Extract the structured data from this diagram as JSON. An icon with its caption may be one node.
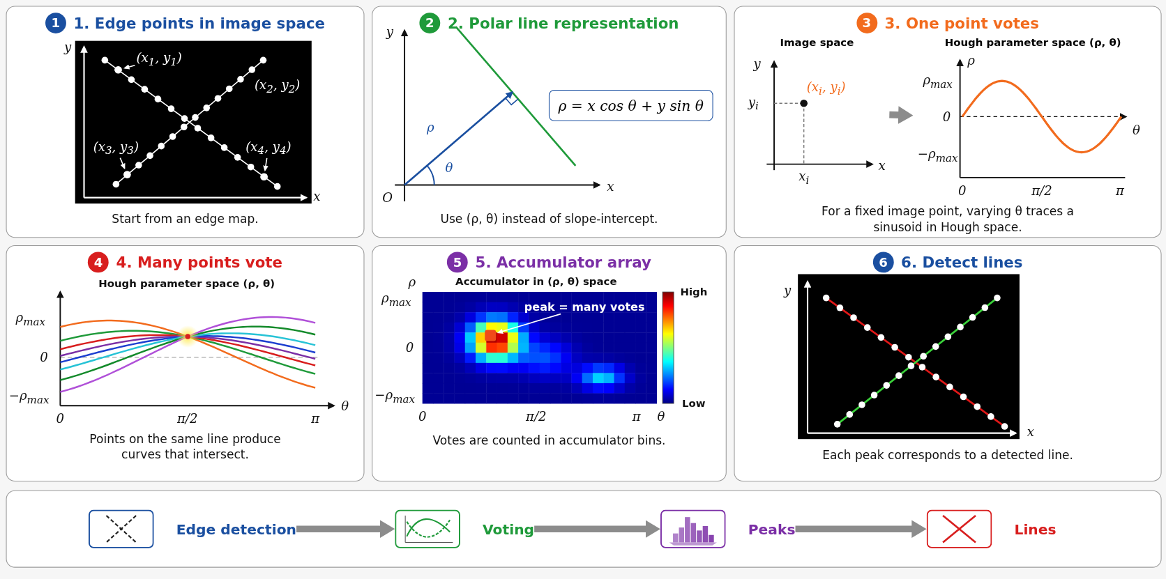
{
  "diagram": {
    "nodes": [
      {
        "text": [
          "1",
          "1. Edge points in image space",
          "Start from an edge map."
        ]
      },
      {
        "text": [
          "(x$_{1}$, y$_{1}$)"
        ],
        "in": 0
      },
      {
        "text": [],
        "shape": "circle",
        "in": 0
      },
      {
        "text": [
          "(x$_{3}$, y$_{3}$)"
        ],
        "in": 0
      },
      {
        "text": [],
        "shape": "circle",
        "in": 0
      },
      {
        "text": [
          "(x$_{4}$, y$_{4}$)"
        ],
        "in": 0
      },
      {
        "text": [],
        "shape": "circle",
        "in": 0
      },
      {
        "text": [
          "2",
          "2. Polar line representation",
          "Use (ρ, θ) instead of slope-intercept."
        ]
      },
      {
        "text": [
          "ρ = x cos θ + y sin θ"
        ],
        "in": 7
      },
      {
        "text": [
          "3",
          "3. One point votes",
          "For a fixed image point, varying θ traces a sinusoid in Hough space."
        ]
      },
      {
        "text": [
          "Image space",
          "y",
          "(x$_{i}$, y$_{i}$)",
          "y$_{i}$",
          "x$_{i}$",
          "x"
        ],
        "in": 9
      },
      {
        "text": [
          "Hough parameter space (ρ, θ)",
          "ρ",
          "ρ$_{max}$",
          "0",
          "−ρ$_{max}$",
          "θ",
          "0",
          "π/2",
          "π"
        ],
        "in": 9
      },
      {
        "text": [
          "4",
          "4. Many points vote",
          "Points on the same line produce curves that intersect."
        ]
      },
      {
        "text": [
          "5",
          "5. Accumulator array",
          "Votes are counted in accumulator bins."
        ]
      },
      {
        "text": [
          "peak = many votes"
        ],
        "in": 13
      },
      {
        "text": [],
        "shape": "box",
        "in": 13
      },
      {
        "text": [
          "6",
          "6. Detect lines",
          "Each peak corresponds to a detected line."
        ]
      },
      {
        "text": [],
        "shape": "box"
      },
      {
        "text": [
          "Edge detection"
        ],
        "in": 17
      },
      {
        "text": [
          "Voting"
        ],
        "in": 17
      },
      {
        "text": [
          "Peaks"
        ],
        "in": 17
      },
      {
        "text": [
          "Lines"
        ],
        "in": 17
      }
    ],
    "edges": [
      {
        "from": 1,
        "to": 2,
        "arrow": "to",
        "color": "#ffffff"
      },
      {
        "from": 3,
        "to": 4,
        "arrow": "to",
        "color": "#ffffff"
      },
      {
        "from": 5,
        "to": 6,
        "arrow": "to",
        "color": "#ffffff"
      },
      {
        "from": 10,
        "to": 11,
        "arrow": "to",
        "style": "thick",
        "color": "#8c8c8c"
      },
      {
        "from": 14,
        "to": 15,
        "arrow": "to",
        "color": "#ffffff"
      },
      {
        "from": 18,
        "to": 19,
        "arrow": "to",
        "style": "thick",
        "color": "#8c8c8c"
      },
      {
        "from": 19,
        "to": 20,
        "arrow": "to",
        "style": "thick",
        "color": "#8c8c8c"
      },
      {
        "from": 20,
        "to": 21,
        "arrow": "to",
        "style": "thick",
        "color": "#8c8c8c"
      }
    ],
    "labels": [
      "y",
      "(x$_{2}$, y$_{2}$)",
      "x",
      "y",
      "ρ",
      "θ",
      "O",
      "x",
      "Hough parameter space (ρ, θ)",
      "ρ$_{max}$",
      "0",
      "−ρ$_{max}$",
      "0",
      "π/2",
      "π",
      "θ",
      "ρ",
      "Accumulator in (ρ, θ) space",
      "High",
      "ρ$_{max}$",
      "0",
      "−ρ$_{max}$",
      "Low",
      "0",
      "π/2",
      "π",
      "θ",
      "y",
      "x"
    ]
  }
}
